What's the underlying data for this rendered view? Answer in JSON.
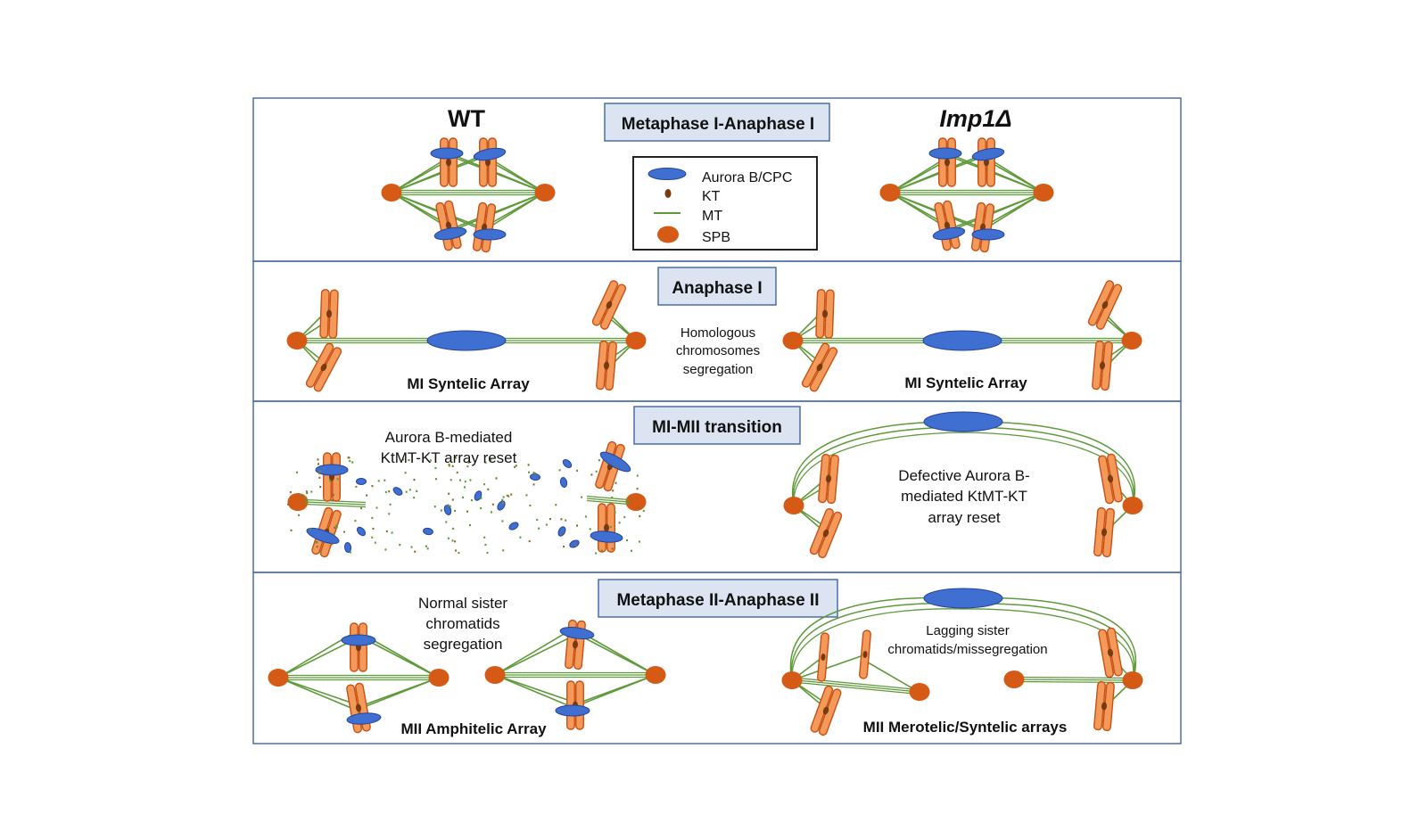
{
  "header": {
    "wt": "WT",
    "mutant": "Imp1Δ"
  },
  "panels": {
    "p1": {
      "title": "Metaphase I-Anaphase I"
    },
    "p2": {
      "title": "Anaphase I",
      "middle_text": [
        "Homologous",
        "chromosomes",
        "segregation"
      ],
      "left_caption": "MI Syntelic Array",
      "right_caption": "MI Syntelic Array"
    },
    "p3": {
      "title": "MI-MII transition",
      "left_text": [
        "Aurora B-mediated",
        "KtMT-KT array reset"
      ],
      "right_text": [
        "Defective Aurora B-",
        "mediated KtMT-KT",
        "array reset"
      ]
    },
    "p4": {
      "title": "Metaphase II-Anaphase II",
      "left_text": [
        "Normal sister",
        "chromatids",
        "segregation"
      ],
      "right_text": [
        "Lagging sister",
        "chromatids/missegregation"
      ],
      "left_caption": "MII Amphitelic Array",
      "right_caption": "MII Merotelic/Syntelic arrays"
    }
  },
  "legend": [
    {
      "label": "Aurora B/CPC",
      "icon": "aurora-b-ellipse-icon"
    },
    {
      "label": "KT",
      "icon": "kinetochore-dot-icon"
    },
    {
      "label": "MT",
      "icon": "microtubule-line-icon"
    },
    {
      "label": "SPB",
      "icon": "spb-circle-icon"
    }
  ],
  "colors": {
    "spb": "#d45a16",
    "chromosome": "#f39a5b",
    "chromosome_stroke": "#c94f12",
    "aurora": "#3f6fd0",
    "aurora_stroke": "#26439a",
    "mt": "#5f9a3a",
    "kt": "#7a3a10",
    "border": "#4a6fa8",
    "title_bg": "#dce4f2"
  }
}
